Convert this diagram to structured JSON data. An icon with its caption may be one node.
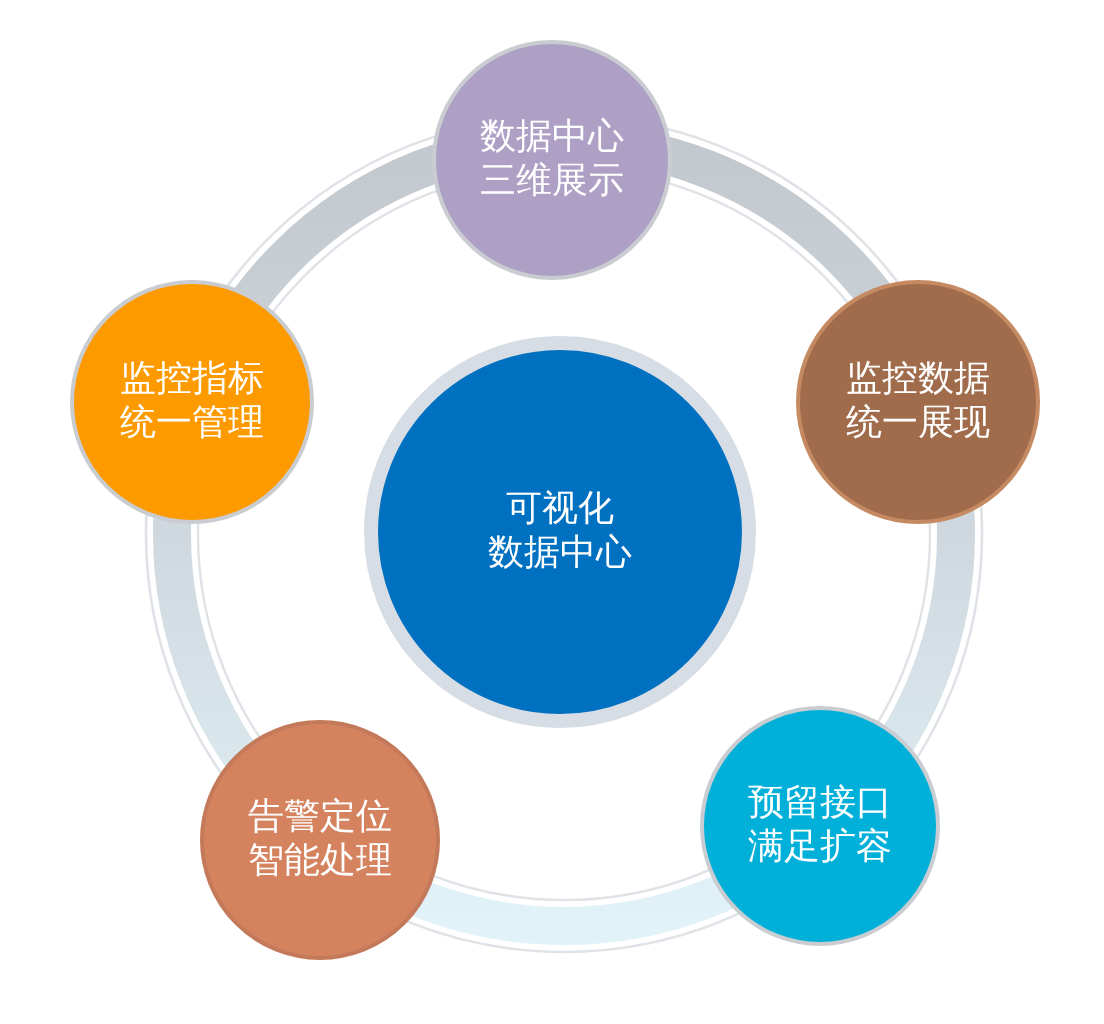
{
  "diagram": {
    "nodes": [
      {
        "text": [
          "数据中心三维展示"
        ]
      },
      {
        "text": [
          "监控指标统一管理"
        ]
      },
      {
        "text": [
          "监控数据统一展现"
        ]
      },
      {
        "text": [
          "可视化数据中心"
        ]
      },
      {
        "text": [
          "告警定位智能处理"
        ]
      },
      {
        "text": [
          "预留接口满足扩容"
        ]
      }
    ]
  }
}
